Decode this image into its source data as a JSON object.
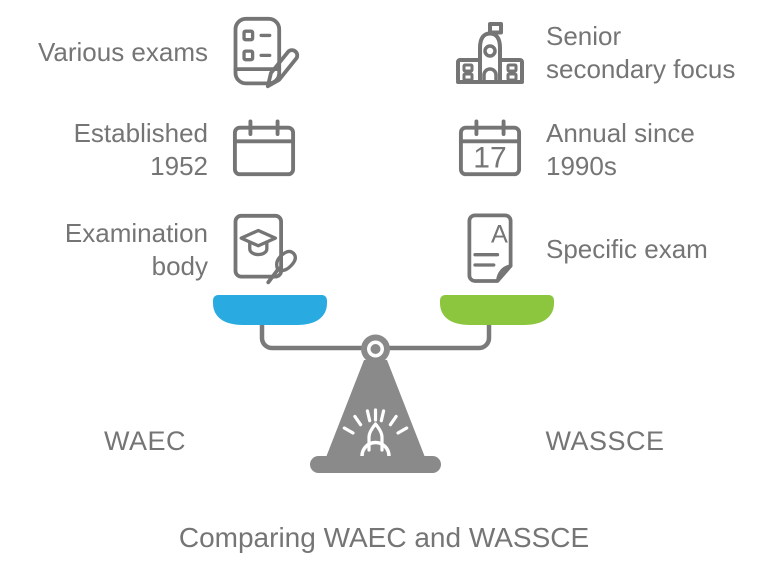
{
  "title": "Comparing WAEC and WASSCE",
  "left": {
    "label": "WAEC",
    "features": [
      {
        "icon": "checklist-pencil-icon",
        "lines": [
          "Various exams"
        ]
      },
      {
        "icon": "calendar-blank-icon",
        "lines": [
          "Established",
          "1952"
        ]
      },
      {
        "icon": "certificate-brush-icon",
        "lines": [
          "Examination",
          "body"
        ]
      }
    ]
  },
  "right": {
    "label": "WASSCE",
    "features": [
      {
        "icon": "school-building-icon",
        "lines": [
          "Senior",
          "secondary focus"
        ]
      },
      {
        "icon": "calendar-day-icon",
        "lines": [
          "Annual since",
          "1990s"
        ]
      },
      {
        "icon": "graded-document-icon",
        "lines": [
          "Specific exam"
        ]
      }
    ]
  },
  "icons": {
    "calendar_day_number": "17",
    "document_grade_letter": "A"
  },
  "colors": {
    "left_pan": "#29ABE2",
    "right_pan": "#8CC63F",
    "stand_gray": "#8A8A8A",
    "beam_gray": "#7A7A7A",
    "icon_stroke": "#757575",
    "text_gray": "#757575"
  }
}
